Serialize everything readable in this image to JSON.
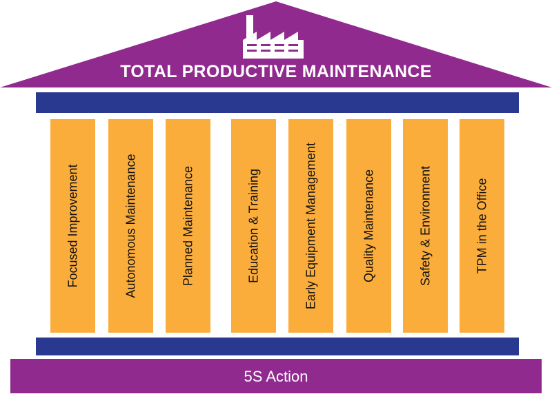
{
  "title": "TOTAL PRODUCTIVE MAINTENANCE",
  "pillars": [
    {
      "label": "Focused Improvement"
    },
    {
      "label": "Autonomous Maintenance"
    },
    {
      "label": "Planned Maintenance"
    },
    {
      "label": "Education & Training"
    },
    {
      "label": "Early Equipment Management"
    },
    {
      "label": "Quality Maintenance"
    },
    {
      "label": "Safety & Environment"
    },
    {
      "label": "TPM in the Office"
    }
  ],
  "base": {
    "label": "5S Action"
  },
  "colors": {
    "roof": "#912a8e",
    "beam": "#2a3990",
    "pillar": "#fbad3c",
    "text_light": "#ffffff"
  },
  "icons": {
    "roof_icon": "factory-icon"
  }
}
